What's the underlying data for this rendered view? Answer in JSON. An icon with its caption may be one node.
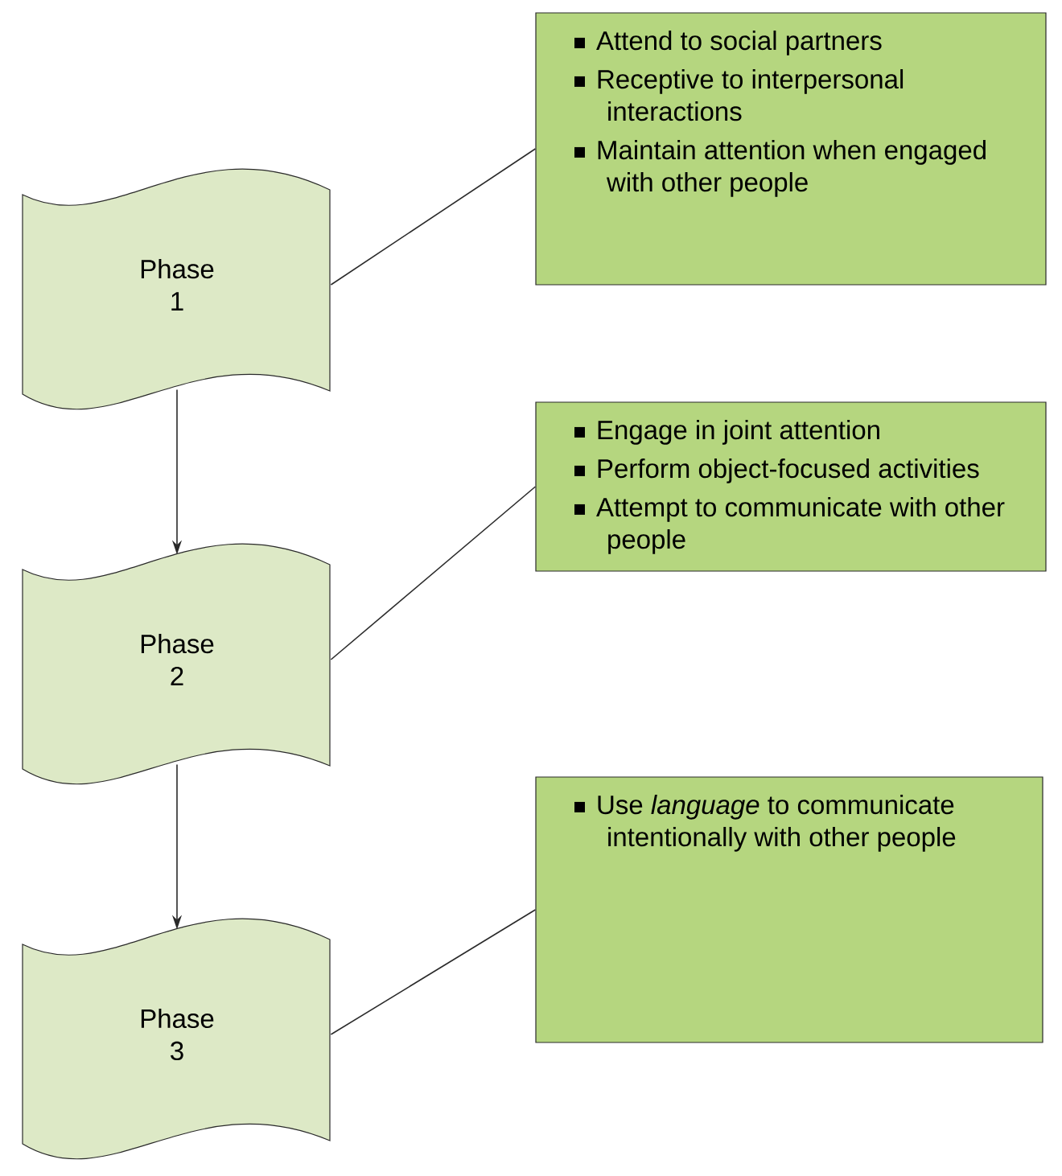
{
  "diagram": {
    "nodes": [
      {
        "text": [
          "Phase 1"
        ]
      },
      {
        "text": [
          "Attend to social partners",
          "Receptive to interpersonal interactions",
          "Maintain attention when engaged with other people"
        ]
      },
      {
        "text": [
          "Phase 2"
        ]
      },
      {
        "text": [
          "Engage in joint attention",
          "Perform object-focused activities",
          "Attempt to communicate with other people"
        ]
      },
      {
        "text": [
          "Phase 3"
        ]
      },
      {
        "text": [
          "Use *language* to communicate intentionally with other people"
        ]
      }
    ],
    "edges": [
      {
        "from": 0,
        "to": 1,
        "arrow": "none"
      },
      {
        "from": 0,
        "to": 2,
        "arrow": "to"
      },
      {
        "from": 2,
        "to": 3,
        "arrow": "none"
      },
      {
        "from": 2,
        "to": 4,
        "arrow": "to"
      },
      {
        "from": 4,
        "to": 5,
        "arrow": "none"
      }
    ]
  }
}
